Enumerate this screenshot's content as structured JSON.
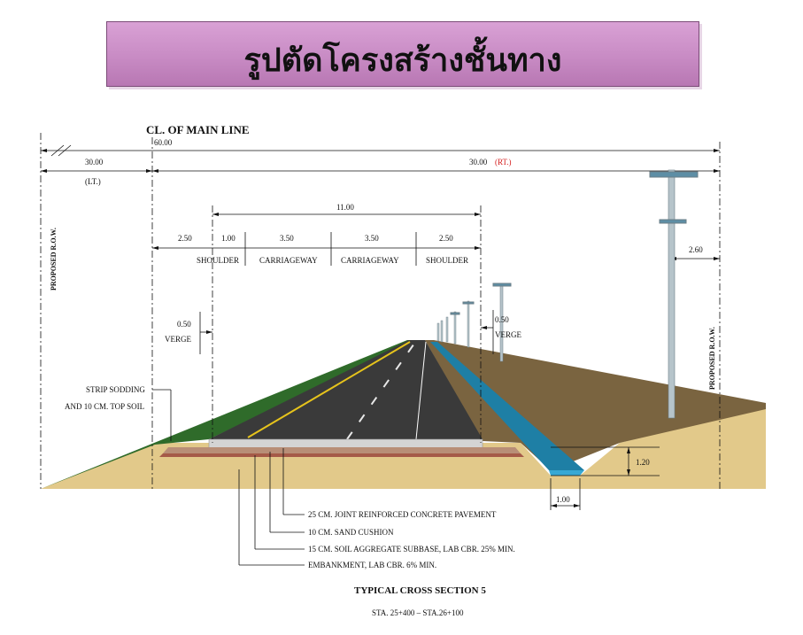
{
  "title": "รูปตัดโครงสร้างชั้นทาง",
  "centerline_label": "CL. OF MAIN LINE",
  "row_label": "PROPOSED R.O.W.",
  "dims": {
    "total": "60.00",
    "left": "30.00",
    "left_side": "(LT.)",
    "right": "30.00",
    "right_side": "(RT.)",
    "top_width": "11.00",
    "w_2_50_a": "2.50",
    "w_1_00": "1.00",
    "w_3_50_a": "3.50",
    "w_3_50_b": "3.50",
    "w_2_50_b": "2.50",
    "verge_left": "0.50",
    "verge_right": "0.50",
    "pole_offset": "2.60",
    "ditch_depth": "1.20",
    "ditch_width": "1.00"
  },
  "segments": {
    "shoulder_left": "SHOULDER",
    "carriageway_left": "CARRIAGEWAY",
    "carriageway_right": "CARRIAGEWAY",
    "shoulder_right": "SHOULDER"
  },
  "verge": {
    "left": "VERGE",
    "right": "VERGE"
  },
  "sodding": {
    "line1": "STRIP SODDING",
    "line2": "AND 10 CM. TOP SOIL"
  },
  "layers": [
    "25 CM. JOINT REINFORCED CONCRETE PAVEMENT",
    "10 CM. SAND CUSHION",
    "15 CM. SOIL AGGREGATE SUBBASE, LAB CBR. 25% MIN.",
    "EMBANKMENT, LAB CBR. 6% MIN."
  ],
  "section_title": "TYPICAL CROSS SECTION 5",
  "station": "STA. 25+400 – STA.26+100",
  "colors": {
    "banner": "#c88bc4",
    "ground": "#e2c98a",
    "grass": "#2f6b2a",
    "asphalt": "#3a3a3a",
    "dirt": "#7a6440",
    "water": "#1e7fa5"
  }
}
